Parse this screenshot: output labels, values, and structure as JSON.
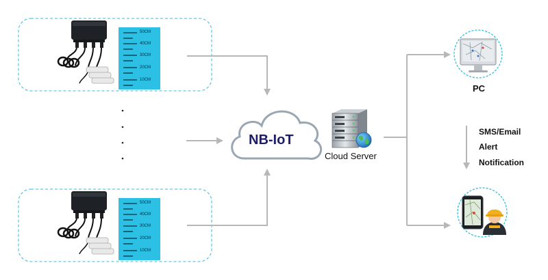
{
  "cloud": {
    "label": "NB-IoT"
  },
  "server": {
    "label": "Cloud Server"
  },
  "pc": {
    "label": "PC"
  },
  "alert": {
    "line1": "SMS/Email",
    "line2": "Alert",
    "line3": "Notification"
  },
  "ruler": {
    "marks": [
      "50CM",
      "40CM",
      "30CM",
      "20CM",
      "10CM"
    ]
  },
  "colors": {
    "arrow": "#b7b7b7",
    "dashed_border": "#5ec8e6",
    "ruler_fill": "#2bc0e4",
    "cloud_text": "#1c1c6b",
    "device_body": "#1e2226"
  },
  "icons": [
    "sensor-device-icon",
    "water-level-ruler-icon",
    "cloud-icon",
    "server-icon",
    "globe-icon",
    "monitor-icon",
    "smartphone-icon",
    "worker-icon"
  ]
}
